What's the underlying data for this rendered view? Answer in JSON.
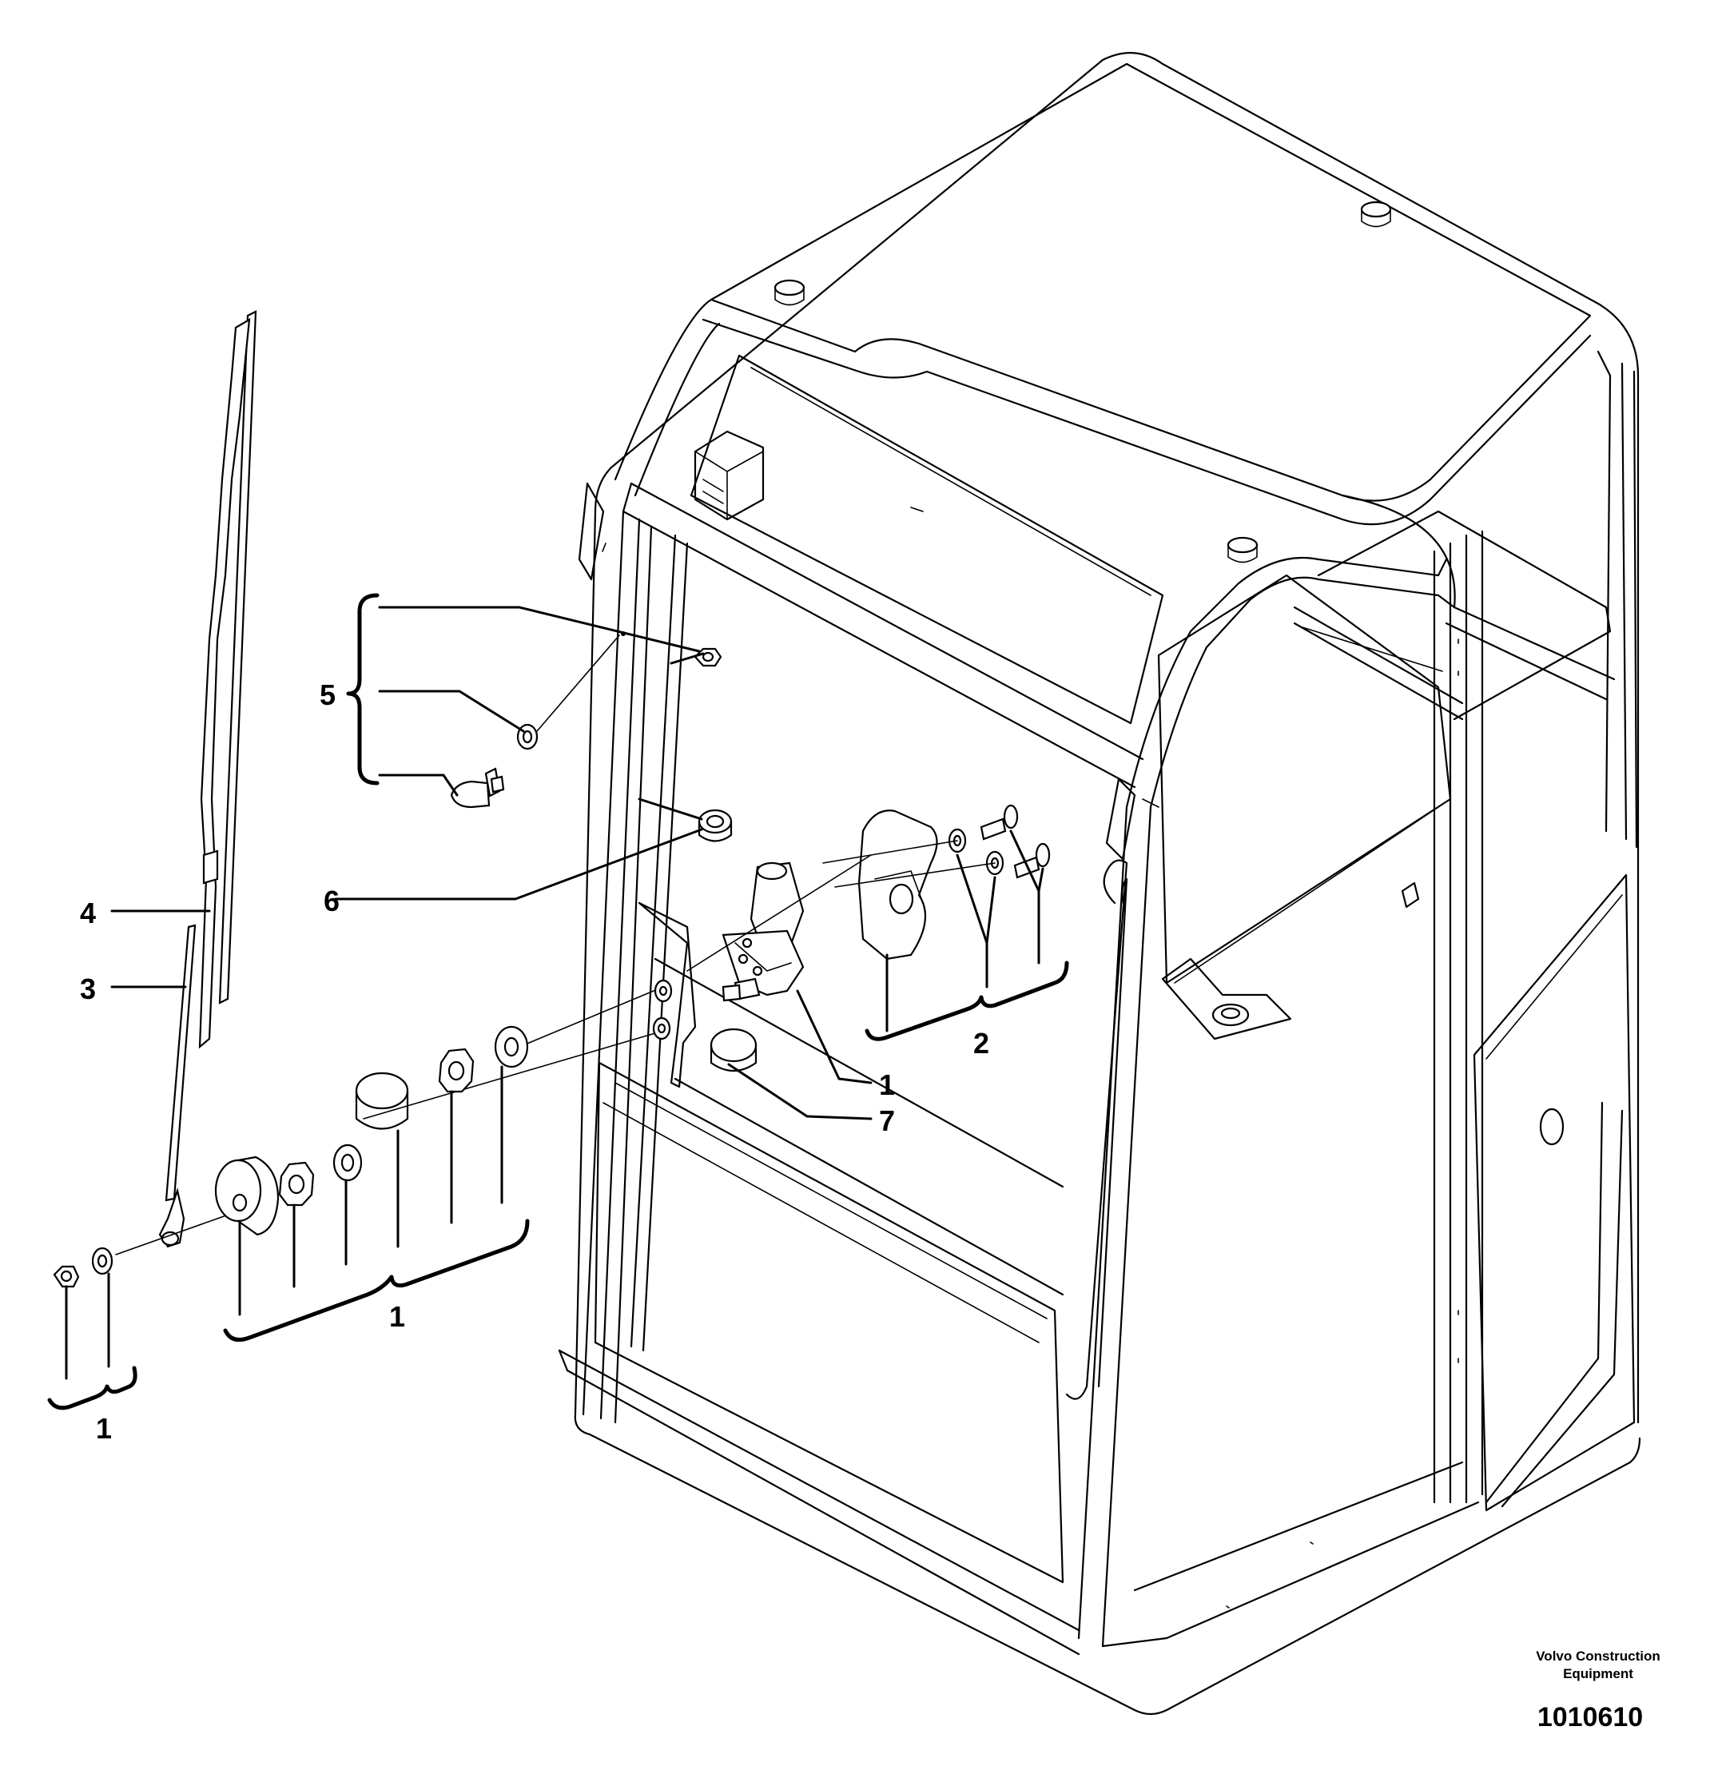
{
  "callouts": {
    "c1_washers": "1",
    "c1_hub_group": "1",
    "c1_motor": "1",
    "c2_bolts": "2",
    "c3_arm": "3",
    "c4_blade": "4",
    "c5_nozzle_kit": "5",
    "c6_grommet": "6",
    "c7_cap": "7"
  },
  "credit": {
    "line1": "Volvo Construction",
    "line2": "Equipment"
  },
  "doc_number": "1010610"
}
